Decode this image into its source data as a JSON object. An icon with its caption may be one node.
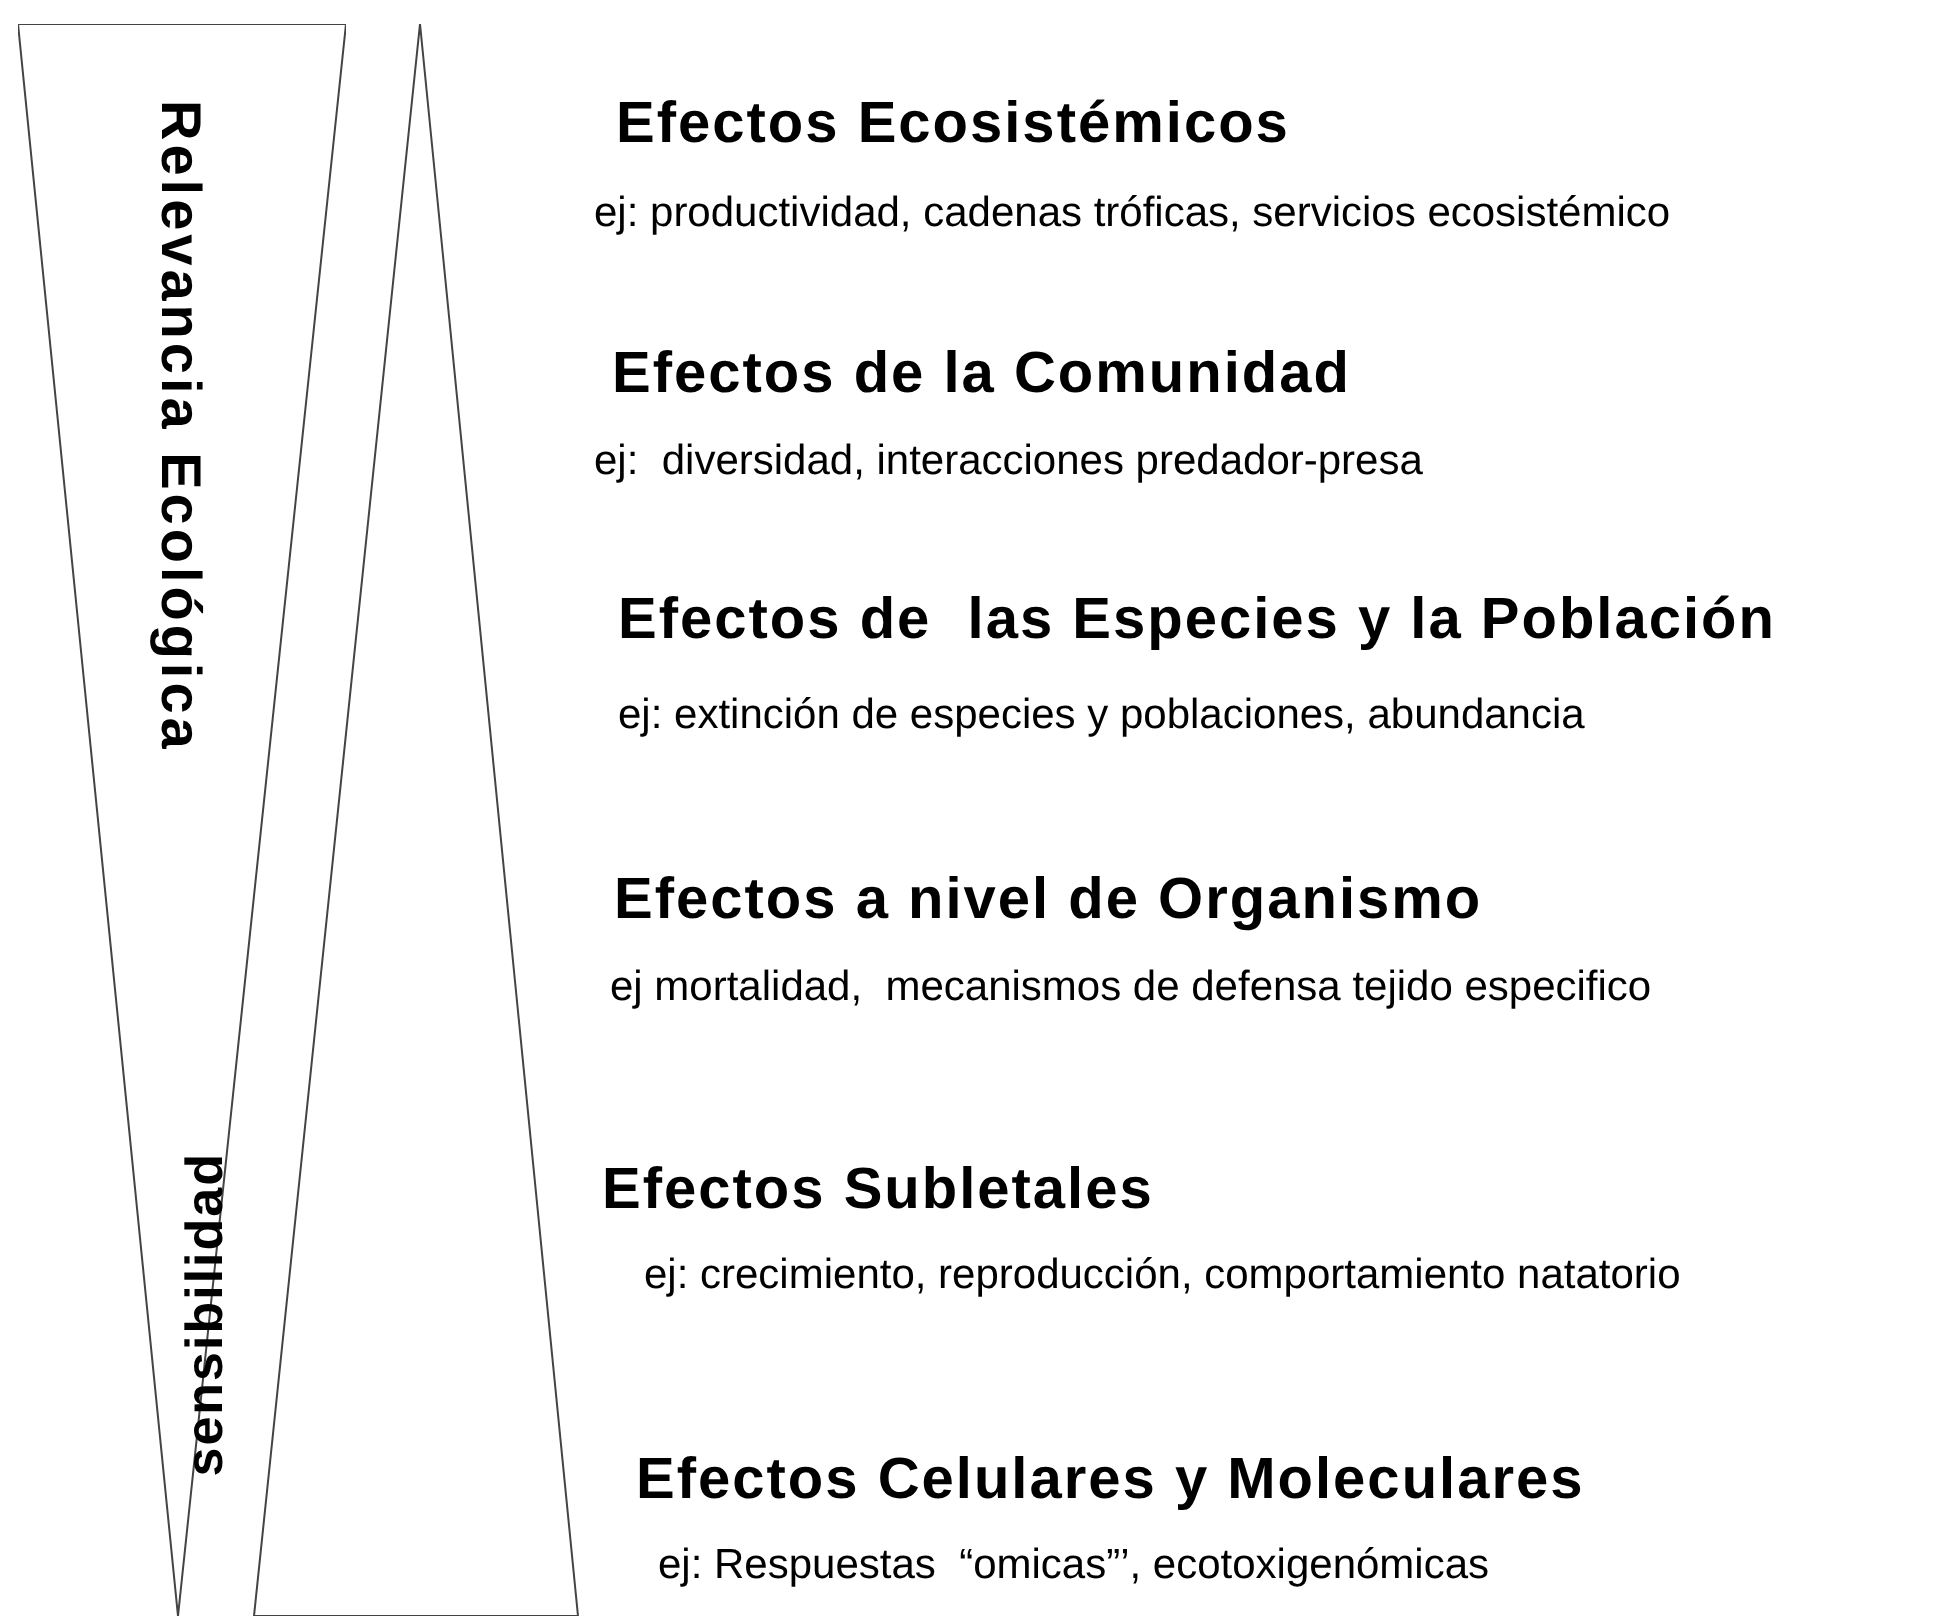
{
  "diagram": {
    "nodes": [
      {
        "text": [
          "Relevancia Ecológica"
        ]
      },
      {
        "text": [],
        "shape": "triangle"
      }
    ],
    "labels": [
      "Efectos Ecosistémicos",
      "ej: productividad, cadenas tróficas, servicios ecosistémico",
      "Efectos de la Comunidad",
      "ej:  diversidad, interacciones predador-presa",
      "Efectos de  las Especies y la Población",
      "ej: extinción de especies y poblaciones, abundancia",
      "Efectos a nivel de Organismo",
      "ej mortalidad,  mecanismos de defensa tejido especifico",
      "Efectos Subletales",
      "ej: crecimiento, reproducción, comportamiento natatorio",
      "Efectos Celulares y Moleculares",
      "ej: Respuestas  “omicas”’, ecotoxigenómicas",
      "sensibilidad"
    ]
  }
}
